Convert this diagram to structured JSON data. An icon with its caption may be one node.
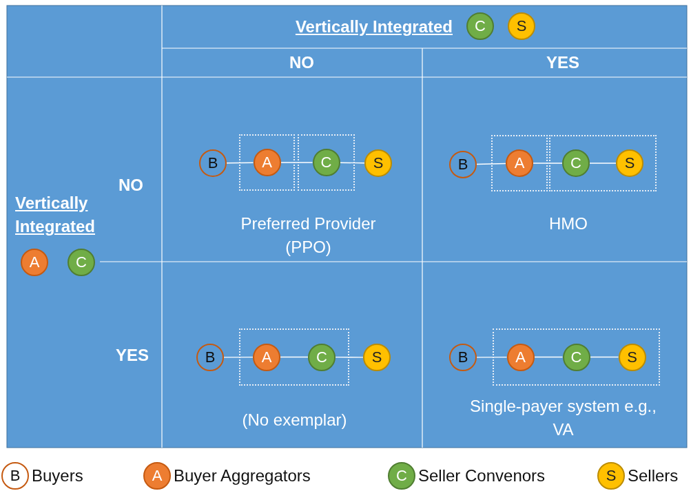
{
  "diagram": {
    "nodes": [
      {
        "text": [
          "C"
        ]
      },
      {
        "text": [
          "S"
        ]
      },
      {
        "text": [
          "A"
        ]
      },
      {
        "text": [
          "C"
        ]
      },
      {
        "text": [
          "B"
        ]
      },
      {
        "text": [],
        "shape": "box"
      },
      {
        "text": [
          "A"
        ],
        "in": 5
      },
      {
        "text": [],
        "shape": "box"
      },
      {
        "text": [
          "C"
        ],
        "in": 7
      },
      {
        "text": [
          "S"
        ]
      },
      {
        "text": [
          "B"
        ]
      },
      {
        "text": [],
        "shape": "box"
      },
      {
        "text": [
          "A"
        ],
        "in": 11
      },
      {
        "text": [],
        "shape": "box"
      },
      {
        "text": [
          "C"
        ],
        "in": 13
      },
      {
        "text": [
          "S"
        ],
        "in": 13
      },
      {
        "text": [
          "B"
        ]
      },
      {
        "text": [],
        "shape": "box"
      },
      {
        "text": [
          "A"
        ],
        "in": 17
      },
      {
        "text": [
          "C"
        ],
        "in": 17
      },
      {
        "text": [
          "S"
        ]
      },
      {
        "text": [
          "B"
        ]
      },
      {
        "text": [],
        "shape": "box"
      },
      {
        "text": [
          "A"
        ],
        "in": 22
      },
      {
        "text": [
          "C"
        ],
        "in": 22
      },
      {
        "text": [
          "S"
        ],
        "in": 22
      },
      {
        "text": [
          "B"
        ],
        "beside": [
          "Buyers"
        ]
      },
      {
        "text": [
          "A"
        ],
        "beside": [
          "Buyer Aggregators"
        ]
      },
      {
        "text": [
          "C"
        ],
        "beside": [
          "Seller Convenors"
        ]
      },
      {
        "text": [
          "S"
        ],
        "beside": [
          "Sellers"
        ]
      }
    ],
    "edges": [
      {
        "from": 4,
        "to": 6,
        "arrow": "none"
      },
      {
        "from": 6,
        "to": 8,
        "arrow": "none"
      },
      {
        "from": 8,
        "to": 9,
        "arrow": "none"
      },
      {
        "from": 10,
        "to": 12,
        "arrow": "none"
      },
      {
        "from": 12,
        "to": 14,
        "arrow": "none"
      },
      {
        "from": 14,
        "to": 15,
        "arrow": "none"
      },
      {
        "from": 16,
        "to": 18,
        "arrow": "none"
      },
      {
        "from": 18,
        "to": 19,
        "arrow": "none"
      },
      {
        "from": 19,
        "to": 20,
        "arrow": "none"
      },
      {
        "from": 21,
        "to": 23,
        "arrow": "none"
      },
      {
        "from": 23,
        "to": 24,
        "arrow": "none"
      },
      {
        "from": 24,
        "to": 25,
        "arrow": "none"
      }
    ],
    "labels": [
      "Vertically Integrated",
      "NO",
      "YES",
      "Vertically Integrated",
      "NO",
      "YES",
      "Preferred Provider (PPO)",
      "HMO",
      "(No exemplar)",
      "Single-payer system e.g., VA"
    ]
  }
}
